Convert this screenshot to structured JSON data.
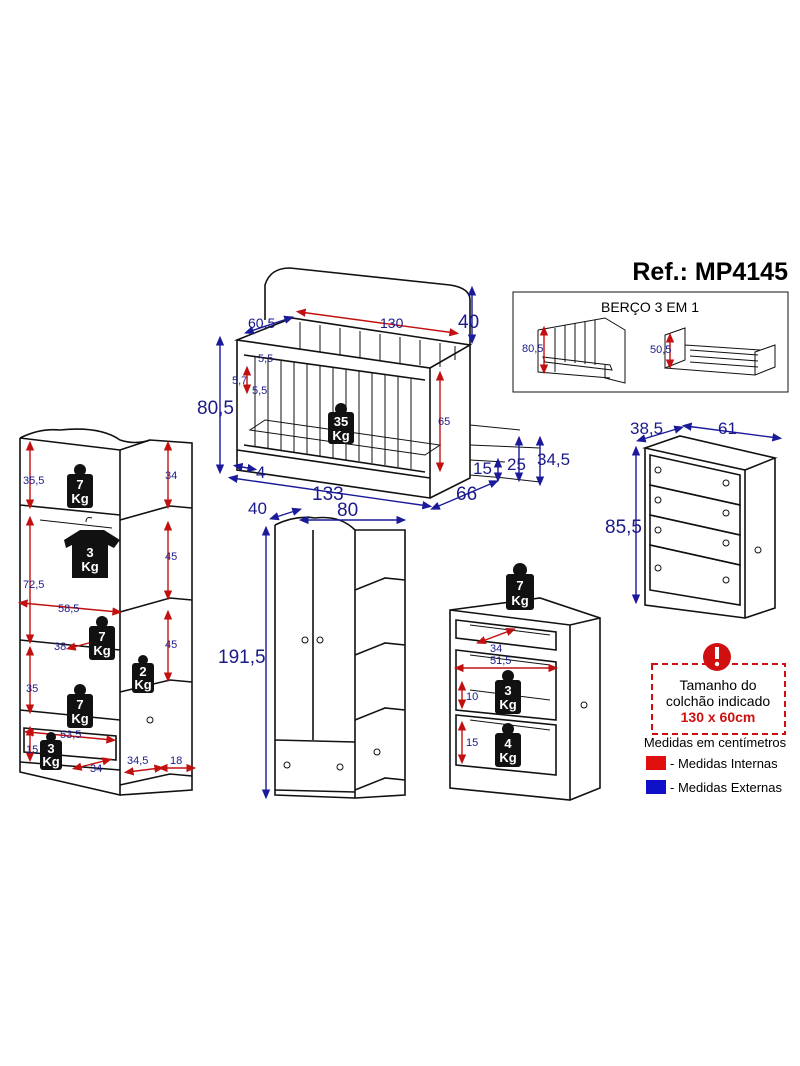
{
  "header": {
    "reference": "Ref.: MP4145"
  },
  "inset": {
    "title": "BERÇO 3 EM 1",
    "crib_height": "80,5",
    "bed_height": "50,5"
  },
  "crib": {
    "depth_top": "60,5",
    "inner_length": "130",
    "headboard": "40",
    "rail_a": "5,5",
    "rail_b": "5,7",
    "rail_c": "5,5",
    "height_total": "80,5",
    "inner_height": "65",
    "weight_kg": "35",
    "weight_unit": "Kg",
    "base_offset": "4",
    "length_total": "133",
    "depth_total": "66",
    "level_1": "15",
    "level_2": "25",
    "level_3": "34,5"
  },
  "shelf": {
    "weight_top": "7",
    "weight_hang": "3",
    "weight_mid": "7",
    "weight_side": "2",
    "weight_low": "7",
    "weight_drawer": "3",
    "unit": "Kg",
    "h_top": "35,5",
    "h_hang": "72,5",
    "h_mid": "35",
    "h_drawer": "15",
    "w_inner": "58,5",
    "d_shelf": "38",
    "w_drawer": "53,5",
    "d_drawer": "34",
    "side_1": "34",
    "side_2": "45",
    "side_3": "45",
    "side_d": "34,5",
    "side_w": "18"
  },
  "wardrobe": {
    "depth": "40",
    "width": "80",
    "height": "191,5"
  },
  "dresser_small": {
    "weight_top": "7",
    "weight_mid": "3",
    "weight_low": "4",
    "unit": "Kg",
    "depth": "34",
    "width": "51,5",
    "h_mid": "10",
    "h_low": "15"
  },
  "dresser_big": {
    "depth": "38,5",
    "width": "61",
    "height": "85,5"
  },
  "notice": {
    "line1": "Tamanho do",
    "line2": "colchão indicado",
    "size": "130 x 60cm"
  },
  "legend": {
    "title": "Medidas em centímetros",
    "internal": "- Medidas Internas",
    "external": "- Medidas Externas",
    "internal_color": "#e01010",
    "external_color": "#1010c8"
  }
}
